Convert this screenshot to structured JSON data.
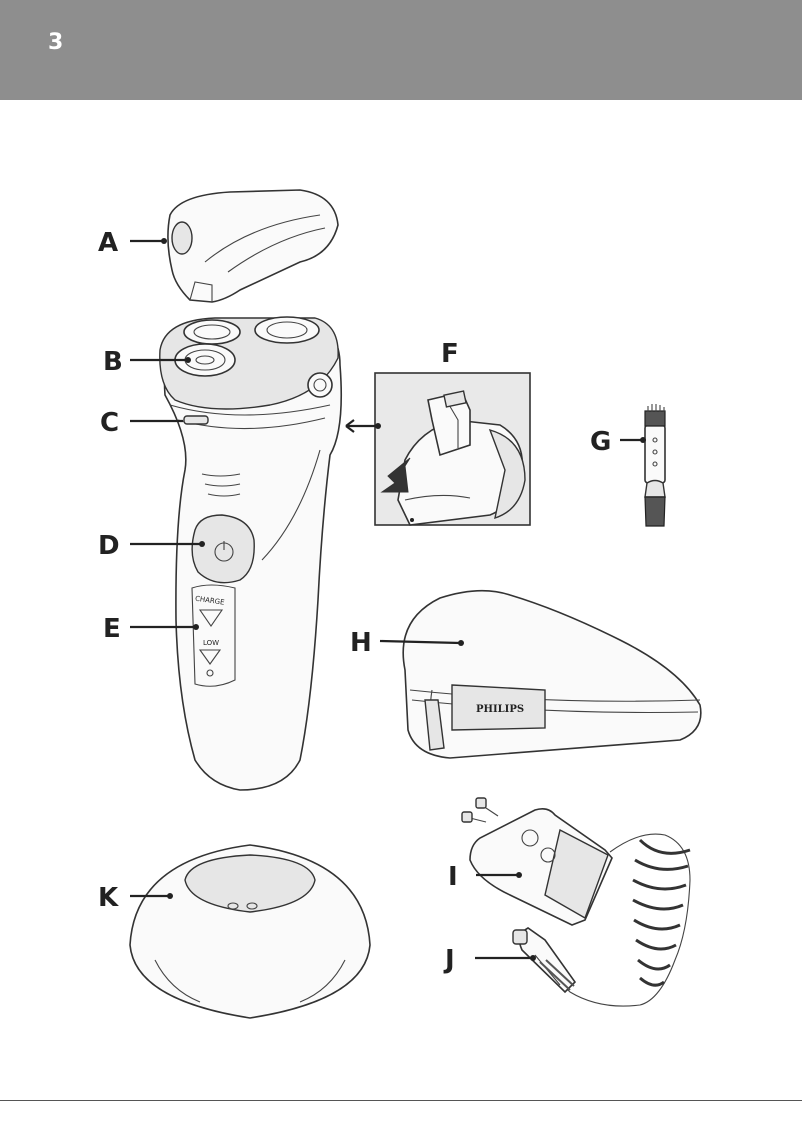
{
  "header": {
    "page_number": "3",
    "band_color": "#8e8e8e"
  },
  "labels": {
    "A": "A",
    "B": "B",
    "C": "C",
    "D": "D",
    "E": "E",
    "F": "F",
    "G": "G",
    "H": "H",
    "I": "I",
    "J": "J",
    "K": "K"
  },
  "shaver_text": {
    "charge": "CHARGE",
    "low": "LOW"
  },
  "brand": "PHILIPS"
}
